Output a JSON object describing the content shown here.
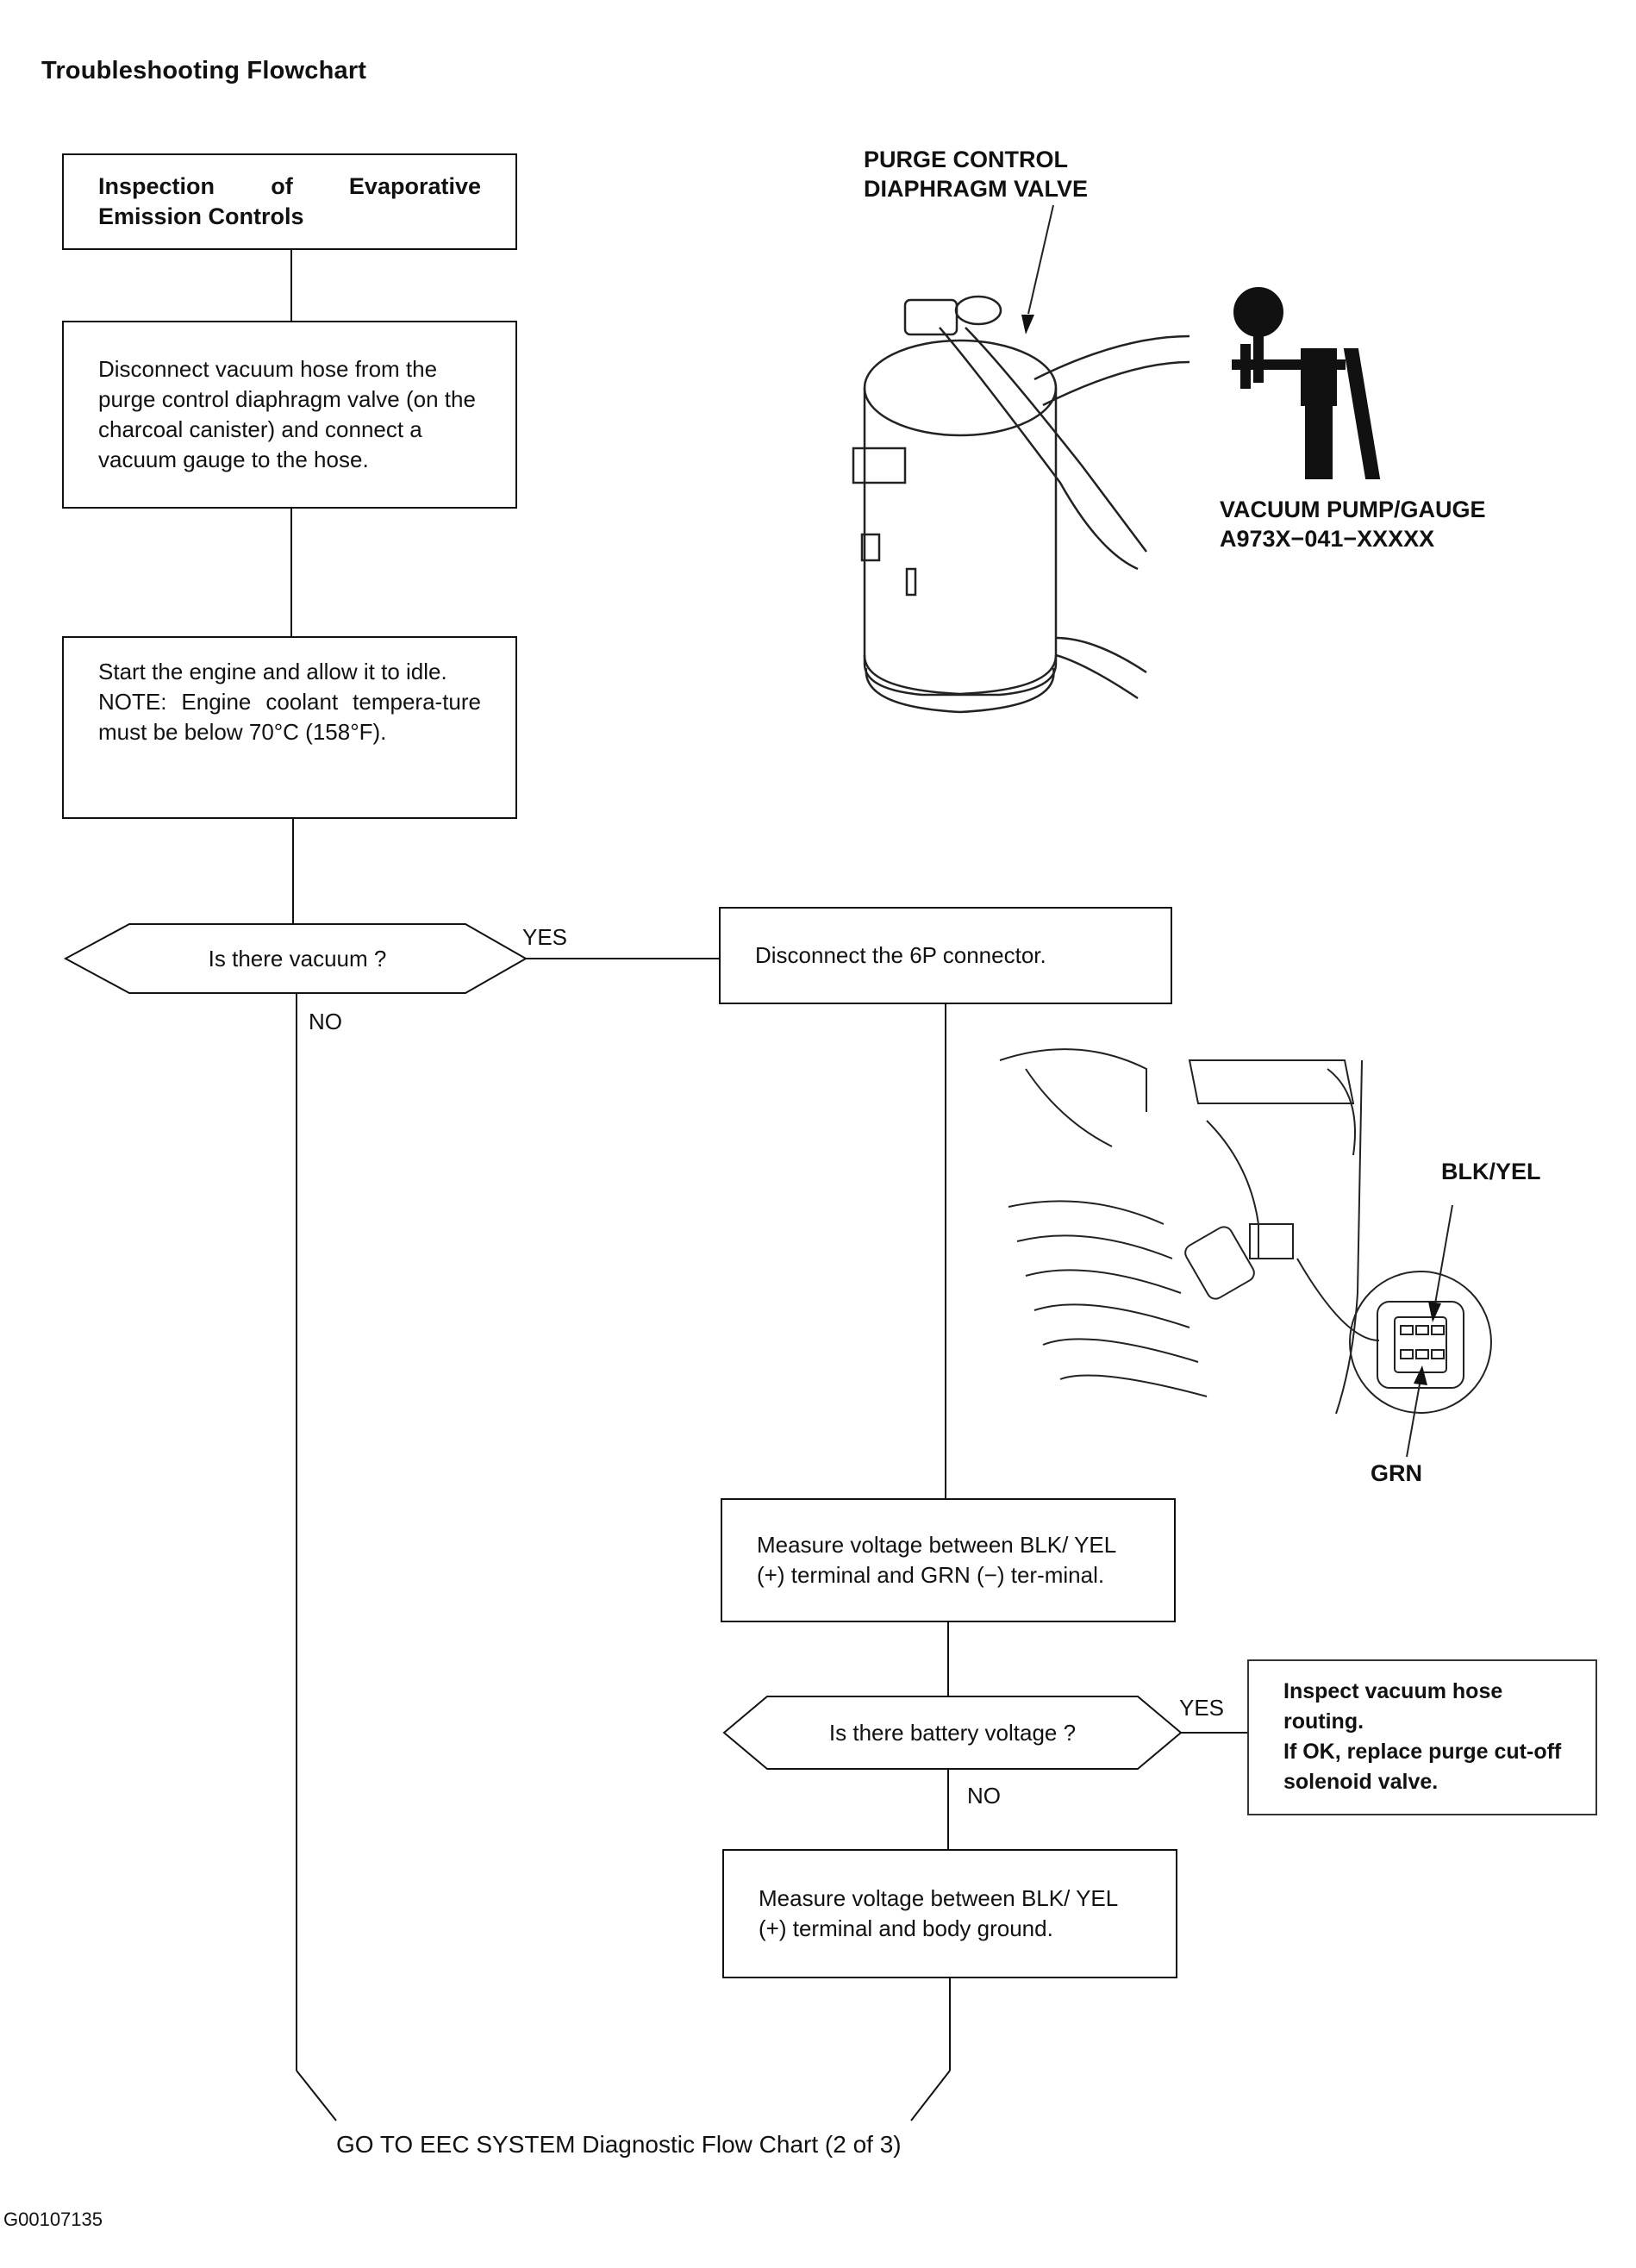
{
  "title": "Troubleshooting Flowchart",
  "steps": {
    "inspection": "Inspection of Evaporative Emission Controls",
    "disconnect_hose": "Disconnect vacuum hose from the purge control diaphragm valve (on the charcoal canister) and connect a vacuum gauge to the hose.",
    "start_engine": "Start the engine and allow it to idle.",
    "start_engine_note": "NOTE: Engine coolant tempera-ture must be below 70°C (158°F).",
    "disconnect_6p": "Disconnect the 6P connector.",
    "measure_blk_grn": "Measure voltage between BLK/ YEL (+) terminal and GRN (−) ter-minal.",
    "measure_blk_body": "Measure voltage between BLK/ YEL (+) terminal and body ground."
  },
  "decisions": {
    "vacuum": "Is there vacuum ?",
    "battery_voltage": "Is there battery voltage ?"
  },
  "branch_labels": {
    "yes1": "YES",
    "no1": "NO",
    "yes2": "YES",
    "no2": "NO"
  },
  "note": {
    "line1": "Inspect vacuum hose routing.",
    "line2": "If OK, replace purge cut-off solenoid valve."
  },
  "callouts": {
    "purge_valve_1": "PURGE CONTROL",
    "purge_valve_2": "DIAPHRAGM VALVE",
    "pump_gauge_1": "VACUUM PUMP/GAUGE",
    "pump_gauge_2": "A973X−041−XXXXX",
    "blk_yel": "BLK/YEL",
    "grn": "GRN"
  },
  "footer": "GO TO EEC SYSTEM Diagnostic Flow Chart (2 of 3)",
  "figure_id": "G00107135"
}
